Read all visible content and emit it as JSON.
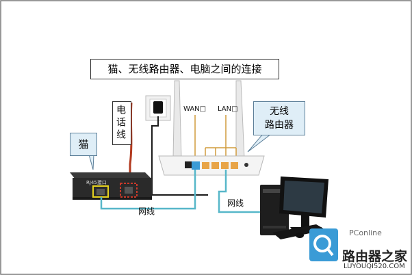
{
  "title": "猫、无线路由器、电脑之间的连接",
  "labels": {
    "modem": "猫",
    "phone_line": "电话线",
    "wireless_router": "无线\n路由器",
    "wan": "WAN",
    "lan": "LAN",
    "rj45": "RJ45接口",
    "net_cable_1": "网线",
    "net_cable_2": "网线"
  },
  "brand": {
    "pconline": "PConline",
    "site_cn": "路由器之家",
    "site_url": "LUYOUQI520.COM"
  },
  "colors": {
    "accent_blue": "#3a9bd6",
    "callout_bg": "#dfeef7",
    "cable_red": "#b23a1f",
    "cable_teal": "#57b7c9",
    "modem_body": "#2a2a2a"
  }
}
